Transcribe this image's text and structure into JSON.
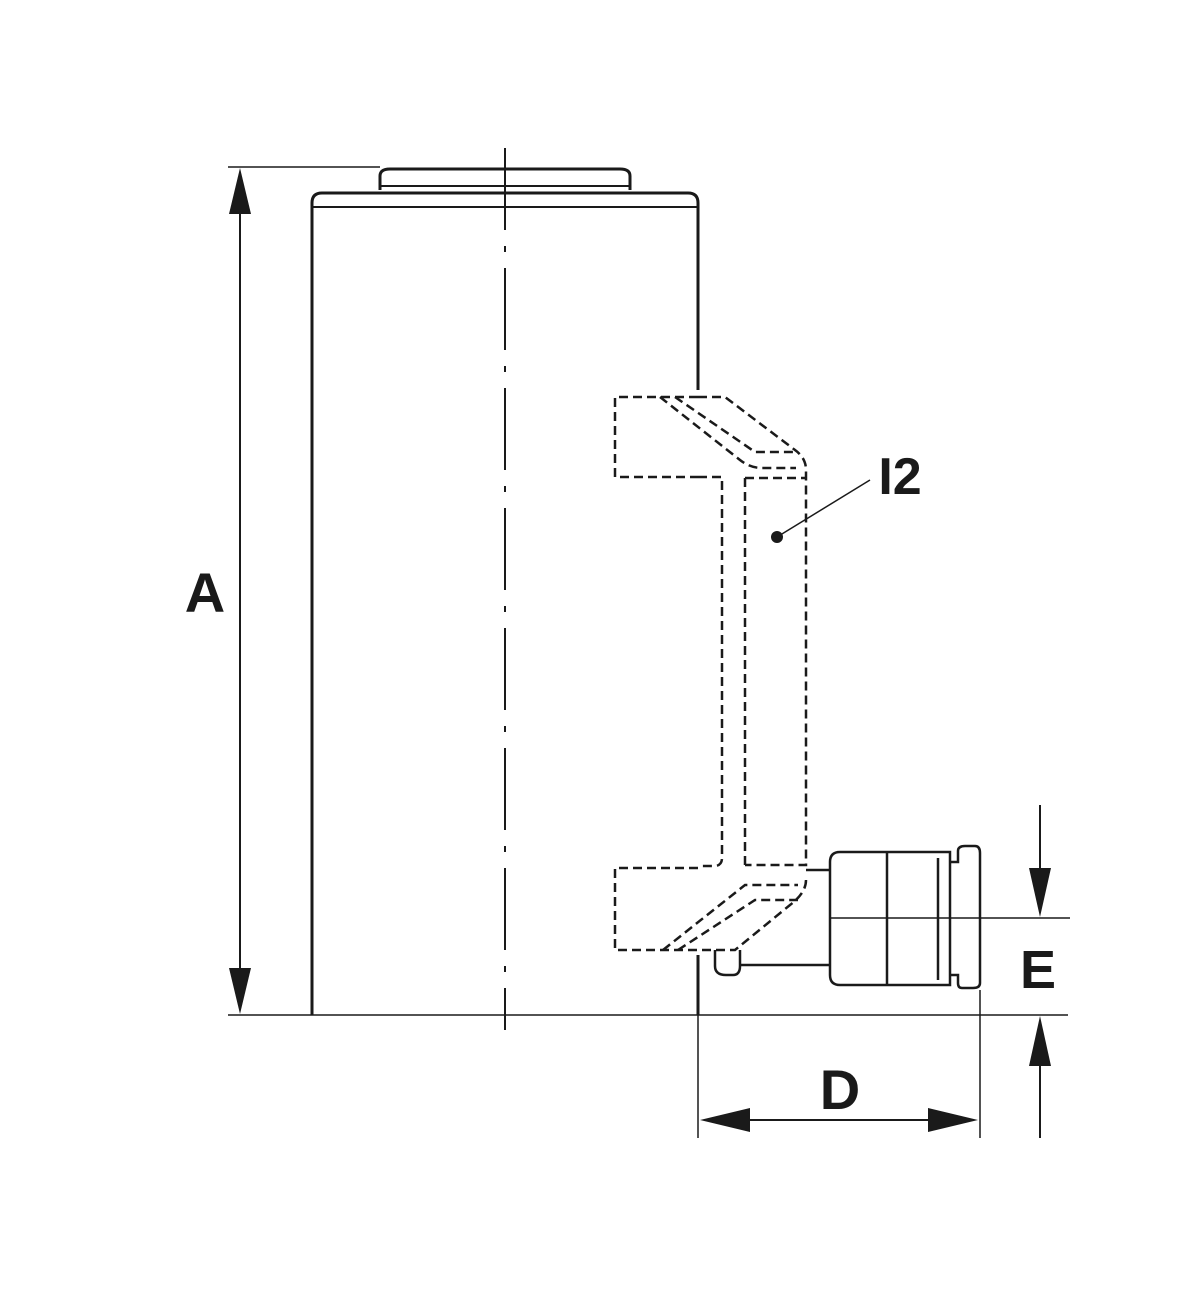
{
  "labels": {
    "dim_a": "A",
    "dim_d": "D",
    "dim_e": "E",
    "handle_callout": "I2"
  },
  "colors": {
    "line": "#1a1a1a",
    "background": "#ffffff"
  }
}
